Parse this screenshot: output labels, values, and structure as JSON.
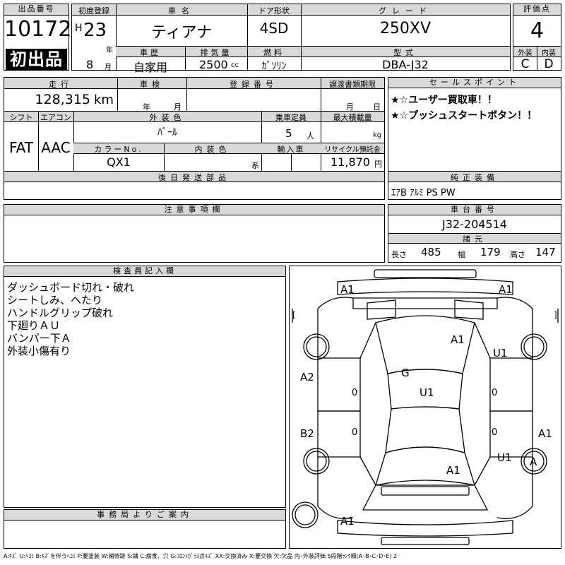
{
  "header": {
    "lot_label": "出品番号",
    "lot_number": "10172",
    "first_listing": "初出品",
    "first_reg_label": "初度登録",
    "era": "H",
    "year_num": "23",
    "year_unit": "年",
    "month_num": "8",
    "month_unit": "月",
    "name_label": "車名",
    "car_name": "ティアナ",
    "door_label": "ドア形状",
    "door": "4SD",
    "grade_label": "グレード",
    "grade": "250XV",
    "score_label": "評価点",
    "score": "4",
    "history_label": "車歴",
    "history": "自家用",
    "displacement_label": "排気量",
    "displacement": "2500",
    "displacement_unit": "cc",
    "fuel_label": "燃料",
    "fuel": "ｶﾞｿﾘﾝ",
    "model_label": "型式",
    "model": "DBA-J32",
    "exterior_label": "外装",
    "exterior": "C",
    "interior_label": "内装",
    "interior": "D"
  },
  "row2": {
    "mileage_label": "走行",
    "mileage": "128,315",
    "mileage_unit": "km",
    "inspection_label": "車検",
    "insp_year_unit": "年",
    "insp_month_unit": "月",
    "plate_label": "登録番号",
    "transfer_label": "譲渡書類期限",
    "transfer_month_unit": "月",
    "transfer_day_unit": "日",
    "shift_label": "シフト",
    "shift": "FAT",
    "ac_label": "エアコン",
    "ac": "AAC",
    "color_label": "外装色",
    "color": "ﾊﾟｰﾙ",
    "capacity_label": "乗車定員",
    "capacity": "5",
    "capacity_unit": "人",
    "load_label": "最大積載量",
    "load_unit": "kg",
    "color_no_label": "カラーNo.",
    "color_no": "QX1",
    "int_color_label": "内装色",
    "int_color_unit": "系",
    "import_label": "輸入車",
    "recycle_label": "リサイクル預託金",
    "recycle": "11,870",
    "recycle_unit": "円"
  },
  "sales": {
    "label": "セールスポイント",
    "points": [
      "★☆ユーザー買取車！！",
      "★☆プッシュスタートボタン！！"
    ]
  },
  "later_parts_label": "後日発送部品",
  "genuine": {
    "label": "純正装備",
    "value": "ｴｱB ｱﾙﾐ PS PW"
  },
  "notes_label": "注意事項欄",
  "chassis": {
    "label": "車台番号",
    "value": "J32-204514",
    "dims_label": "諸元",
    "length_label": "長さ",
    "length": "485",
    "width_label": "幅",
    "width": "179",
    "height_label": "高さ",
    "height": "147"
  },
  "inspector": {
    "label": "検査員記入欄",
    "lines": [
      "ダッシュボード切れ・破れ",
      "シートしみ、へたり",
      "ハンドルグリップ破れ",
      "下廻りＡＵ",
      "バンパー下Ａ",
      "外装小傷有り"
    ]
  },
  "office_label": "事務局よりご案内",
  "diagram": {
    "marks": {
      "front_left": "A1",
      "front_right": "A1",
      "hood": "A1",
      "fender_right": "U1",
      "left_front_door": "A2",
      "roof_g": "G",
      "roof_u": "U1",
      "left_rear_door": "B2",
      "right_rear": "A1",
      "quarter_right": "U1",
      "trunk": "A1",
      "wheel_right": "A",
      "rear_left": "A1",
      "zero1": "0",
      "zero2": "0",
      "zero3": "0",
      "zero4": "0"
    },
    "bracket_l": "[",
    "bracket_r": "]"
  },
  "legend": "A:ｷｽﾞ U:ﾍｺﾐ B:ｷｽﾞを伴うﾍｺﾐ P:要塗装 W:補修跡 S:錆 C:腐食、穴 G:ﾌﾛﾝﾄｶﾞﾗｽ点ｷｽﾞ XX:交換済み X:要交換 欠:欠品 内･外装評価 5段階ﾗﾝｸ順(A･B･C･D･E) 2"
}
